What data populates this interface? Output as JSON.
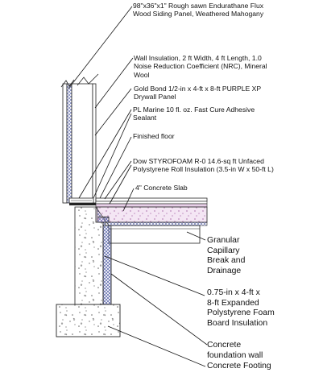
{
  "labels": {
    "siding": [
      "98\"x36\"x1\" Rough sawn Endurathane Flux",
      "Wood Siding Panel, Weathered Mahogany"
    ],
    "wall_insulation": [
      "Wall Insulation, 2 ft Width, 4 ft Length, 1.0",
      "Noise Reduction Coefficient (NRC), Mineral",
      "Wool"
    ],
    "drywall": [
      "Gold Bond 1/2-in x 4-ft x 8-ft PURPLE XP",
      "Drywall Panel"
    ],
    "adhesive": [
      "PL Marine 10 fl. oz. Fast Cure Adhesive",
      "Sealant"
    ],
    "finished_floor": [
      "Finished floor"
    ],
    "roll_insulation": [
      "Dow STYROFOAM R-0 14.6-sq ft Unfaced",
      "Polystyrene Roll Insulation (3.5-in W x 50-ft L)"
    ],
    "concrete_slab": [
      "4\" Concrete Slab"
    ],
    "granular": [
      "Granular",
      "Capillary",
      "Break and",
      "Drainage"
    ],
    "foam_board": [
      "0.75-in x 4-ft x",
      "8-ft Expanded",
      "Polystyrene Foam",
      "Board Insulation"
    ],
    "foundation_wall": [
      "Concrete",
      "foundation wall"
    ],
    "footing": [
      "Concrete Footing"
    ]
  }
}
